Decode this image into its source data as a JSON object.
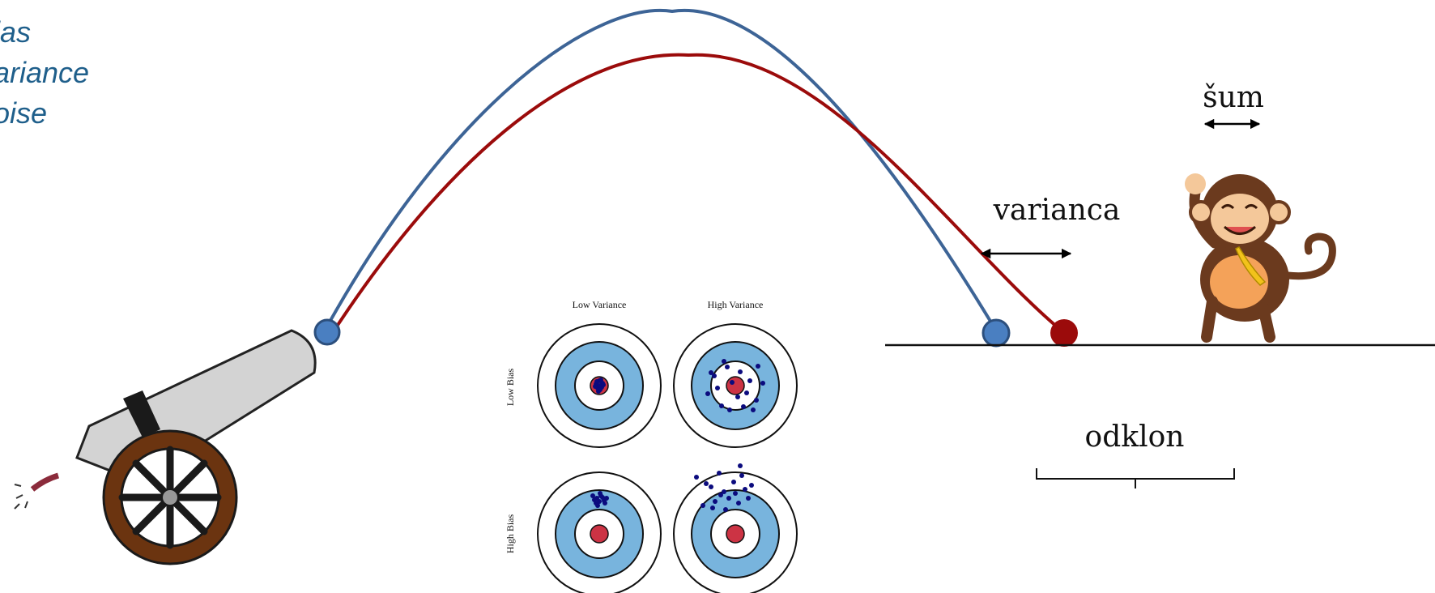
{
  "legend": [
    "ias",
    "ariance",
    "oise"
  ],
  "labels": {
    "noise": "šum",
    "variance": "varianca",
    "bias": "odklon"
  },
  "matrix": {
    "col_headers": [
      "Low Variance",
      "High Variance"
    ],
    "row_headers": [
      "Low Bias",
      "High Bias"
    ]
  },
  "colors": {
    "blue_path": "#3d6496",
    "red_path": "#9b0b0b",
    "legend_text": "#1f5f8b",
    "target_blue": "#78b4dd",
    "target_center": "#cc3344",
    "dots": "#0b0b7e",
    "cannon_body": "#d3d3d3",
    "wheel": "#6b3410",
    "monkey_fur": "#6b3a1e",
    "monkey_face": "#f4c89a"
  },
  "icons": {
    "cannon": "cannon-illustration",
    "monkey": "monkey-illustration",
    "noise_arrow": "double-arrow-icon",
    "variance_arrow": "double-arrow-icon",
    "bias_brace": "curly-brace-icon"
  }
}
